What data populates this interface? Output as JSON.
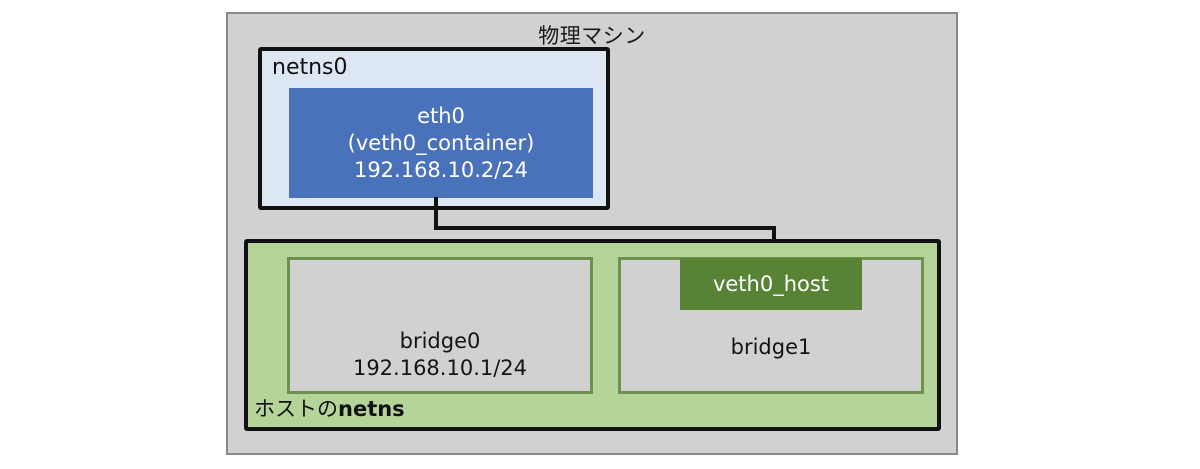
{
  "diagram": {
    "title": "物理マシン",
    "colors": {
      "machine_fill": "#d1d1d1",
      "netns0_fill": "#dde7f3",
      "eth0_fill": "#4a72bb",
      "host_netns_fill": "#b5d49a",
      "bridge_fill": "#d1d1d1",
      "bridge_border": "#6f9150",
      "veth_host_fill": "#588234",
      "stroke": "#111111",
      "text_light": "#ffffff",
      "text_dark": "#111111"
    },
    "container_ns": {
      "label": "netns0",
      "interface": {
        "name": "eth0",
        "peer": "(veth0_container)",
        "address": "192.168.10.2/24"
      }
    },
    "host_ns": {
      "label_prefix": "ホストの",
      "label_suffix": "netns",
      "bridges": [
        {
          "name": "bridge0",
          "address": "192.168.10.1/24"
        },
        {
          "name": "bridge1",
          "address": ""
        }
      ],
      "veth_host": {
        "name": "veth0_host"
      }
    },
    "connector": {
      "description": "veth-pair-link"
    }
  }
}
